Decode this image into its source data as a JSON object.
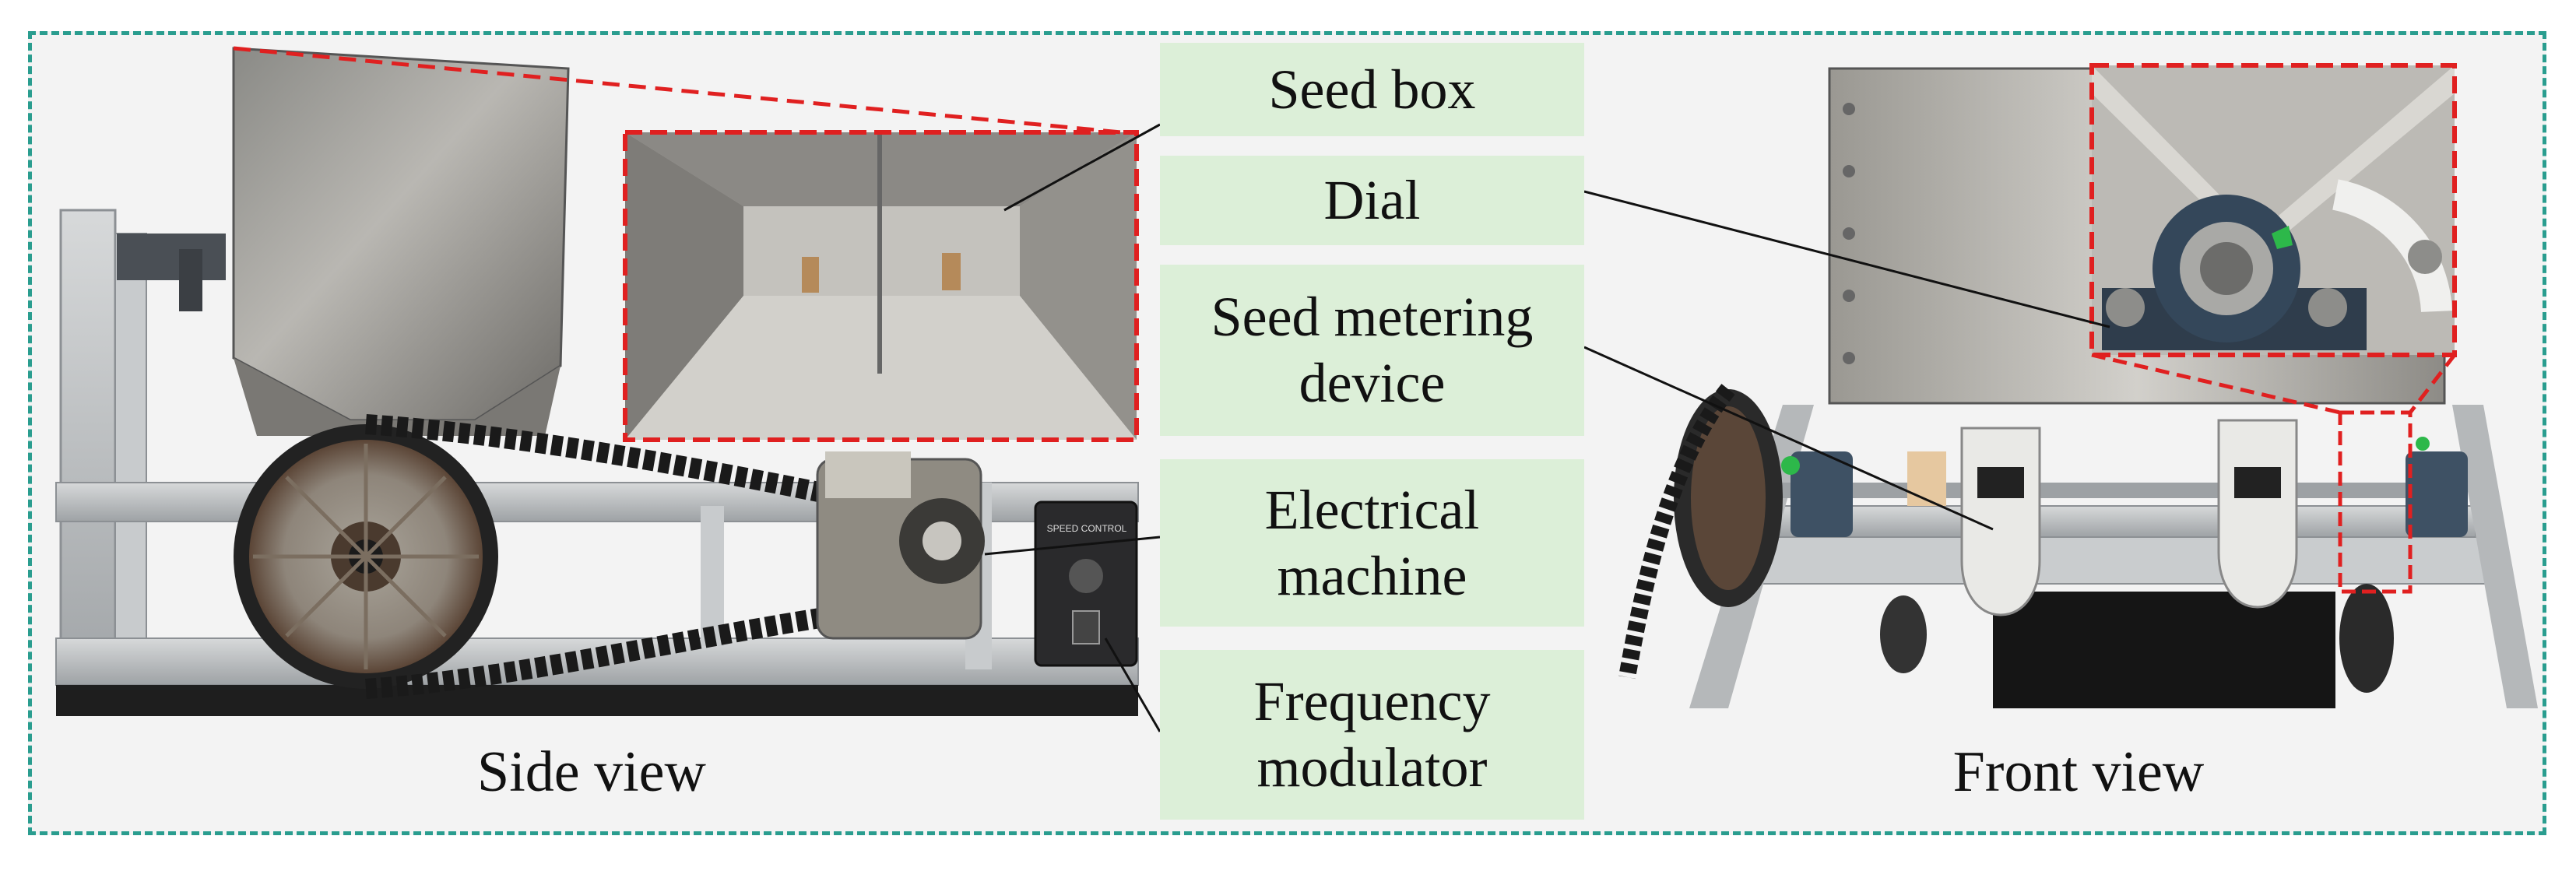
{
  "labels": {
    "seed_box": "Seed box",
    "dial": "Dial",
    "seed_metering_device": "Seed metering device",
    "electrical_machine": "Electrical machine",
    "frequency_modulator": "Frequency modulator"
  },
  "captions": {
    "side_view": "Side view",
    "front_view": "Front view"
  },
  "controller_text": "SPEED CONTROL",
  "colors": {
    "frame_border": "#2a9d8f",
    "label_bg": "#dcefd8",
    "zoom_border": "#e02020"
  }
}
